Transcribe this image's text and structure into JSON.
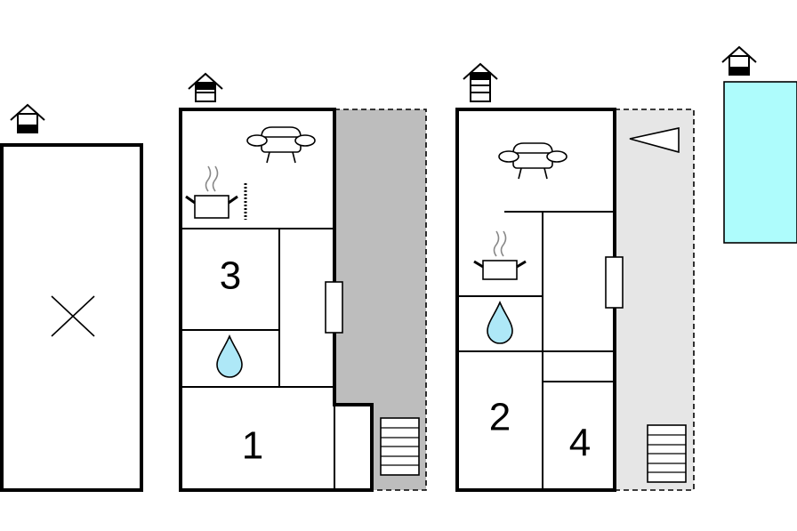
{
  "colors": {
    "terrace_dark": "#bdbdbd",
    "terrace_light": "#e6e6e6",
    "pool": "#aefcfc",
    "water_drop": "#aee8f7",
    "outline": "#000000"
  },
  "panels": [
    {
      "id": "level-empty",
      "level_icon": "level-icon-basement",
      "status_icon": "not-applicable-cross-icon"
    },
    {
      "id": "level-ground",
      "level_icon": "level-icon-ground-floor",
      "rooms": [
        "3",
        "1"
      ],
      "icons": [
        "sofa-icon",
        "kitchen-pot-icon",
        "water-drop-icon",
        "door-icon",
        "stairs-icon"
      ],
      "terrace": "dark"
    },
    {
      "id": "level-first",
      "level_icon": "level-icon-first-floor",
      "rooms": [
        "2",
        "4"
      ],
      "icons": [
        "sofa-icon",
        "kitchen-pot-icon",
        "water-drop-icon",
        "door-icon",
        "stairs-icon",
        "balcony-arrow-icon"
      ],
      "terrace": "light"
    },
    {
      "id": "pool",
      "level_icon": "level-icon-pool",
      "icons": [
        "pool-area"
      ]
    }
  ],
  "rooms": {
    "room_3": "3",
    "room_1": "1",
    "room_2": "2",
    "room_4": "4"
  }
}
